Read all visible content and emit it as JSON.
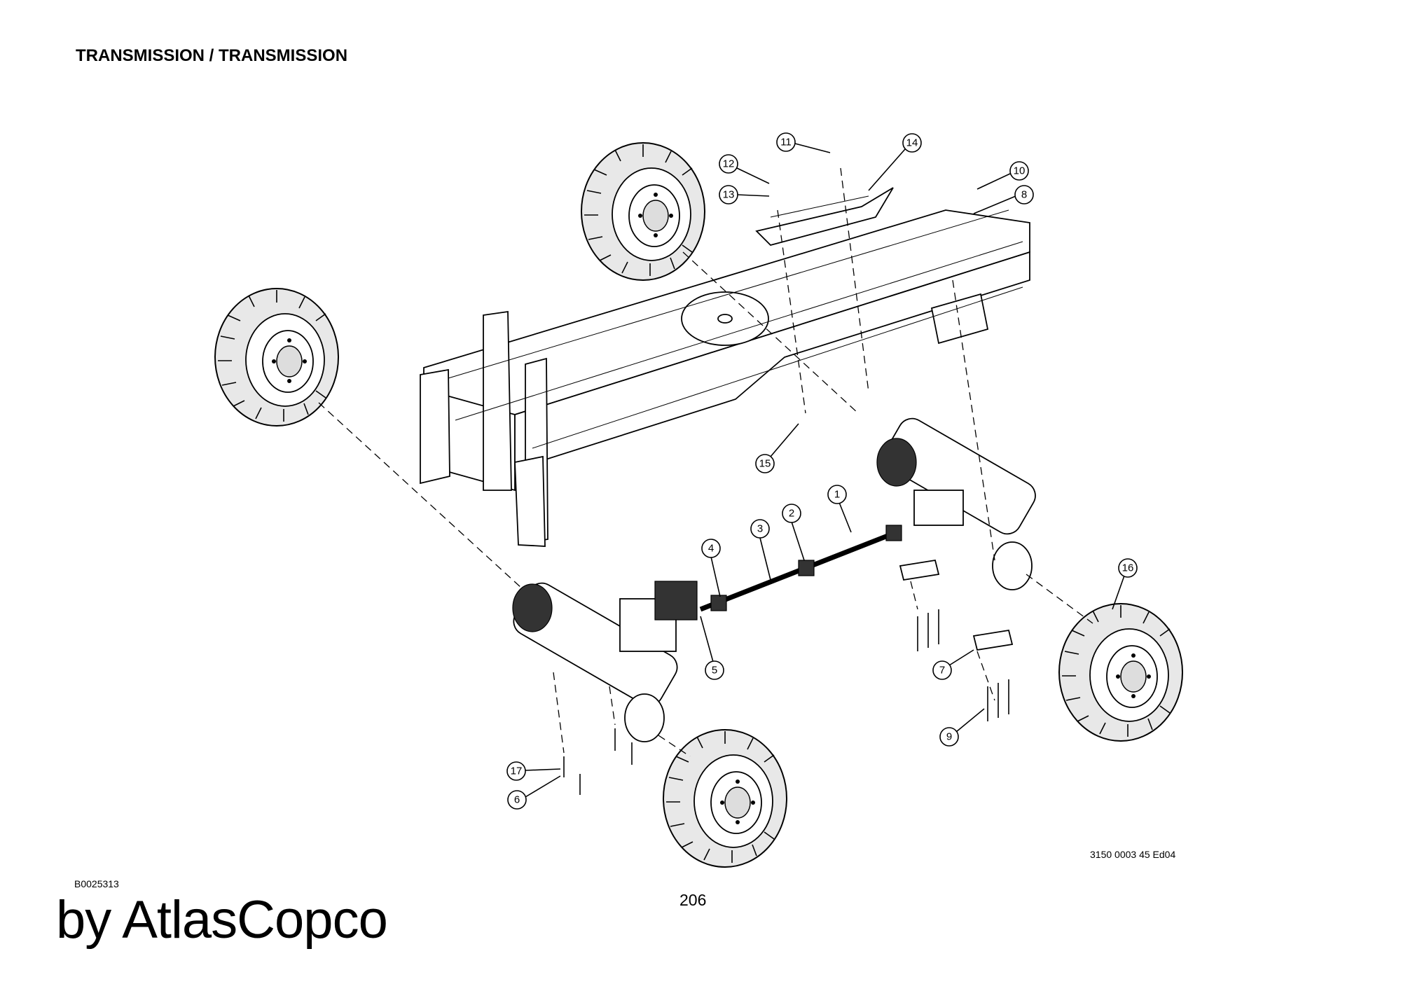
{
  "header": {
    "title": "TRANSMISSION / TRANSMISSION"
  },
  "footer": {
    "doc_ref": "3150 0003 45 Ed04",
    "drawing_code": "B0025313",
    "page_number": "206",
    "brand": "by AtlasCopco"
  },
  "callouts": [
    "1",
    "2",
    "3",
    "4",
    "5",
    "6",
    "7",
    "8",
    "9",
    "10",
    "11",
    "12",
    "13",
    "14",
    "15",
    "16",
    "17"
  ],
  "parts": {
    "wheel": "wheel-icon",
    "chassis": "chassis-frame",
    "axle": "axle",
    "shaft": "drive-shaft"
  }
}
